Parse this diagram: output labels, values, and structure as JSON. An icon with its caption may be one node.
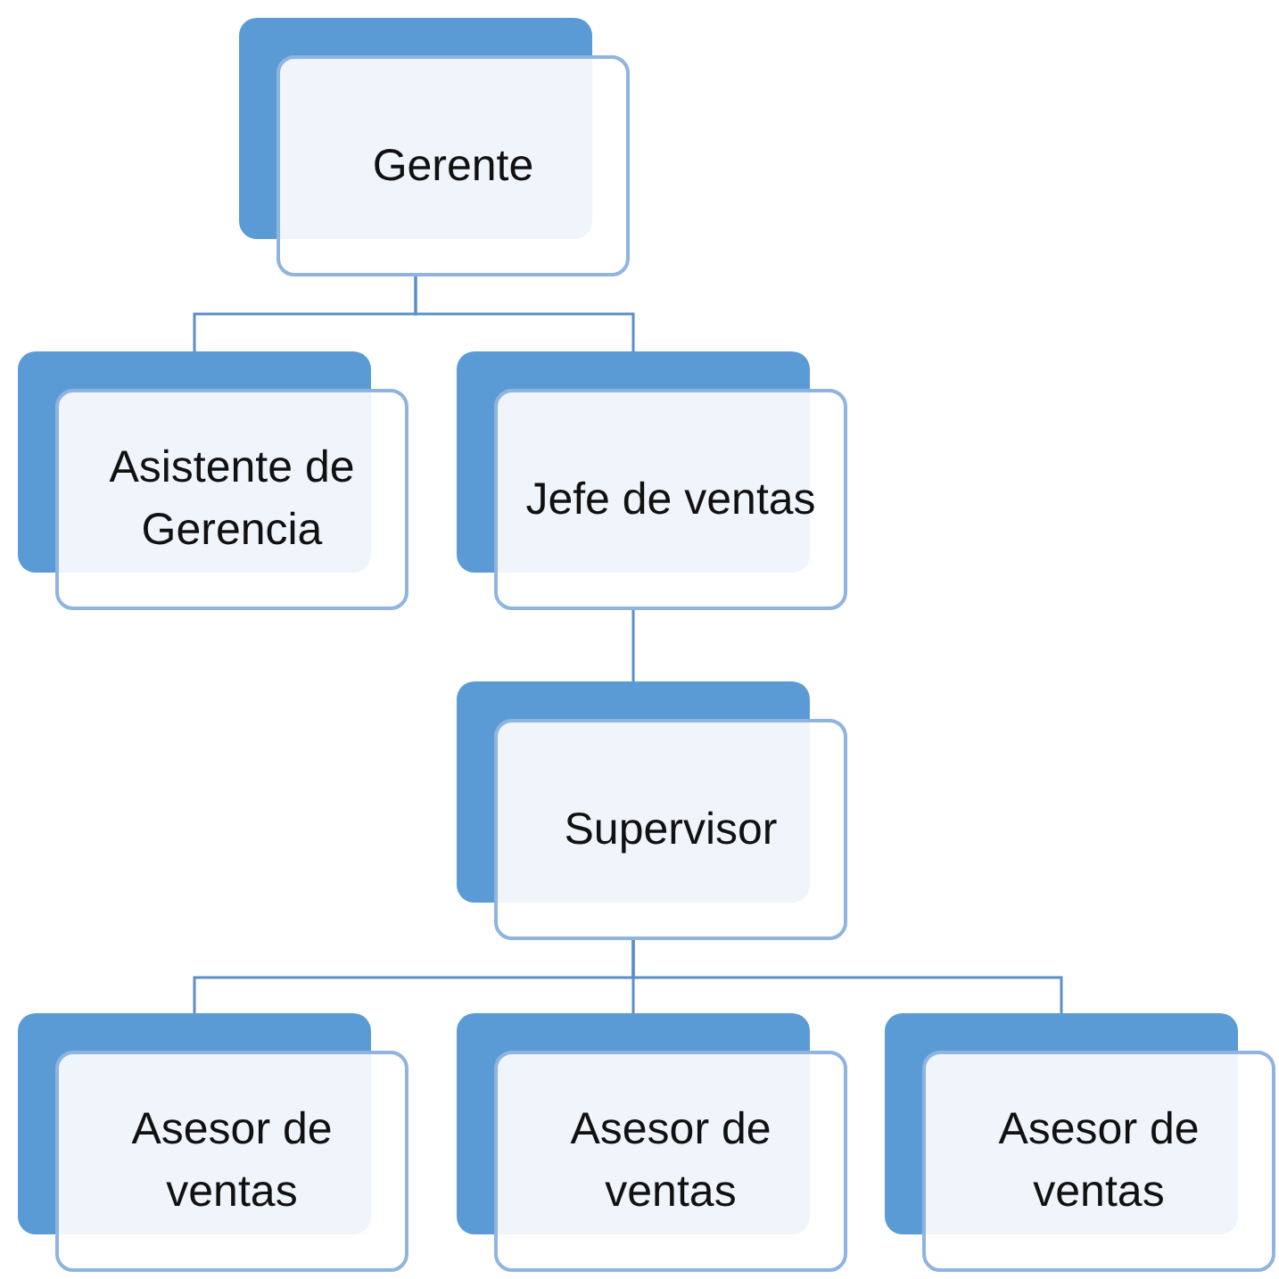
{
  "diagram": {
    "nodes": [
      {
        "text": [
          "Gerente"
        ]
      },
      {
        "text": [
          "Asistente de Gerencia"
        ]
      },
      {
        "text": [
          "Jefe de ventas"
        ]
      },
      {
        "text": [
          "Supervisor"
        ]
      },
      {
        "text": [
          "Asesor de ventas"
        ]
      },
      {
        "text": [
          "Asesor de ventas"
        ]
      },
      {
        "text": [
          "Asesor de ventas"
        ]
      }
    ],
    "edges": [
      {
        "from": 0,
        "to": 1,
        "arrow": "none"
      },
      {
        "from": 0,
        "to": 2,
        "arrow": "none"
      },
      {
        "from": 2,
        "to": 3,
        "arrow": "none"
      },
      {
        "from": 3,
        "to": 4,
        "arrow": "none"
      },
      {
        "from": 3,
        "to": 5,
        "arrow": "none"
      },
      {
        "from": 3,
        "to": 6,
        "arrow": "none"
      }
    ]
  }
}
